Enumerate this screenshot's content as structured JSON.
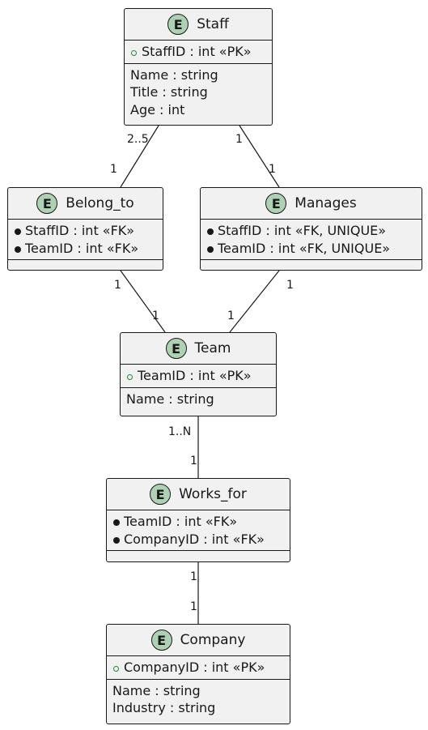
{
  "entities": {
    "staff": {
      "name": "Staff",
      "badge": "E",
      "keys": [
        {
          "marker": "pk",
          "text": "StaffID : int «PK»"
        }
      ],
      "attrs": [
        "Name : string",
        "Title : string",
        "Age : int"
      ]
    },
    "belong_to": {
      "name": "Belong_to",
      "badge": "E",
      "keys": [
        {
          "marker": "fk",
          "text": "StaffID : int «FK»"
        },
        {
          "marker": "fk",
          "text": "TeamID : int «FK»"
        }
      ],
      "attrs": []
    },
    "manages": {
      "name": "Manages",
      "badge": "E",
      "keys": [
        {
          "marker": "fk",
          "text": "StaffID : int «FK, UNIQUE»"
        },
        {
          "marker": "fk",
          "text": "TeamID : int «FK, UNIQUE»"
        }
      ],
      "attrs": []
    },
    "team": {
      "name": "Team",
      "badge": "E",
      "keys": [
        {
          "marker": "pk",
          "text": "TeamID : int «PK»"
        }
      ],
      "attrs": [
        "Name : string"
      ]
    },
    "works_for": {
      "name": "Works_for",
      "badge": "E",
      "keys": [
        {
          "marker": "fk",
          "text": "TeamID : int «FK»"
        },
        {
          "marker": "fk",
          "text": "CompanyID : int «FK»"
        }
      ],
      "attrs": []
    },
    "company": {
      "name": "Company",
      "badge": "E",
      "keys": [
        {
          "marker": "pk",
          "text": "CompanyID : int «PK»"
        }
      ],
      "attrs": [
        "Name : string",
        "Industry : string"
      ]
    }
  },
  "relationships": [
    {
      "from": "staff",
      "to": "belong_to",
      "from_card": "2..5",
      "to_card": "1"
    },
    {
      "from": "staff",
      "to": "manages",
      "from_card": "1",
      "to_card": "1"
    },
    {
      "from": "belong_to",
      "to": "team",
      "from_card": "1",
      "to_card": "1"
    },
    {
      "from": "manages",
      "to": "team",
      "from_card": "1",
      "to_card": "1"
    },
    {
      "from": "team",
      "to": "works_for",
      "from_card": "1..N",
      "to_card": "1"
    },
    {
      "from": "works_for",
      "to": "company",
      "from_card": "1",
      "to_card": "1"
    }
  ]
}
